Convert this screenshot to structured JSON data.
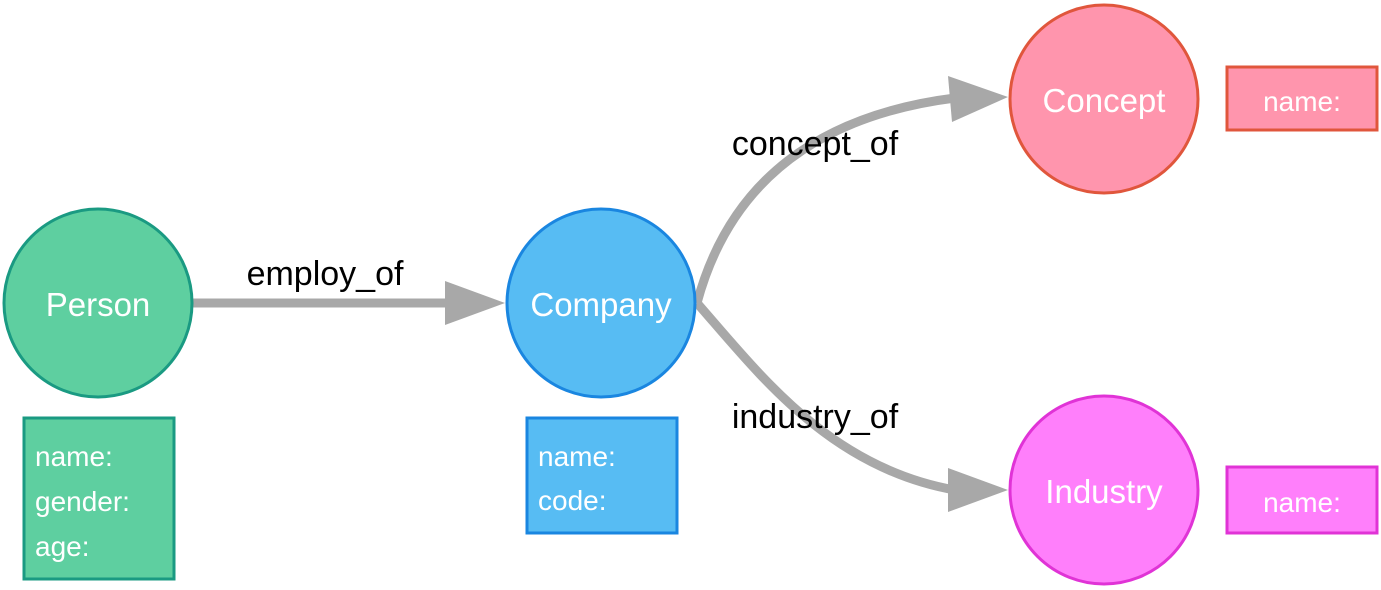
{
  "colors": {
    "edge": "#a8a8a8",
    "person_fill": "#5ecfa0",
    "person_stroke": "#1a9a82",
    "company_fill": "#57bcf3",
    "company_stroke": "#1a86e0",
    "concept_fill": "#ff95ad",
    "concept_stroke": "#e0563c",
    "industry_fill": "#ff7ffb",
    "industry_stroke": "#e033d6"
  },
  "nodes": {
    "person": {
      "label": "Person",
      "props": [
        "name:",
        "gender:",
        "age:"
      ]
    },
    "company": {
      "label": "Company",
      "props": [
        "name:",
        "code:"
      ]
    },
    "concept": {
      "label": "Concept",
      "props": [
        "name:"
      ]
    },
    "industry": {
      "label": "Industry",
      "props": [
        "name:"
      ]
    }
  },
  "edges": {
    "employ_of": {
      "label": "employ_of"
    },
    "concept_of": {
      "label": "concept_of"
    },
    "industry_of": {
      "label": "industry_of"
    }
  }
}
